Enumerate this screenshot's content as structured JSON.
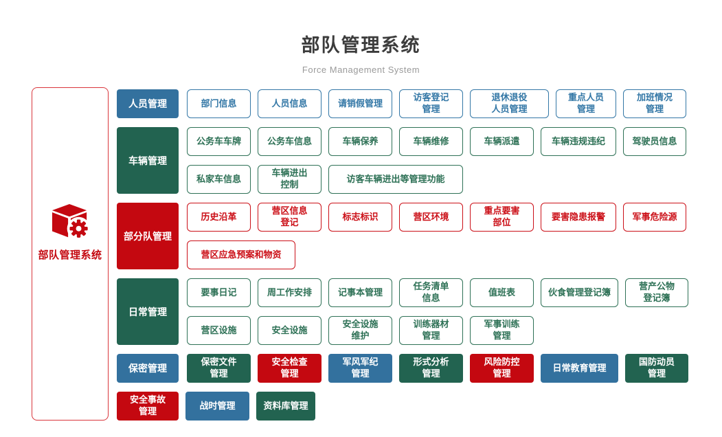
{
  "page": {
    "title": "部队管理系统",
    "subtitle": "Force Management System"
  },
  "root": {
    "label": "部队管理系统",
    "icon": "cube-gear-icon"
  },
  "colors": {
    "blue": "#33719e",
    "green": "#226350",
    "red": "#c40810"
  },
  "rows": [
    {
      "name": "personnel",
      "category": {
        "label": "人员管理",
        "color": "blue"
      },
      "lines": [
        [
          {
            "label": "部门信息"
          },
          {
            "label": "人员信息"
          },
          {
            "label": "请销假管理"
          },
          {
            "label": "访客登记\n管理"
          },
          {
            "label": "退休退役\n人员管理",
            "w": 115
          },
          {
            "label": "重点人员\n管理",
            "w": 88
          },
          {
            "label": "加班情况\n管理",
            "w": 92
          }
        ]
      ]
    },
    {
      "name": "vehicles",
      "category": {
        "label": "车辆管理",
        "color": "green"
      },
      "lines": [
        [
          {
            "label": "公务车车牌"
          },
          {
            "label": "公务车信息"
          },
          {
            "label": "车辆保养"
          },
          {
            "label": "车辆维修"
          },
          {
            "label": "车辆派遣"
          },
          {
            "label": "车辆违规违纪",
            "w": 110
          },
          {
            "label": "驾驶员信息",
            "w": 92
          }
        ],
        [
          {
            "label": "私家车信息"
          },
          {
            "label": "车辆进出\n控制"
          },
          {
            "label": "访客车辆进出等管理功能",
            "w": 196
          }
        ]
      ]
    },
    {
      "name": "sub-units",
      "category": {
        "label": "部分队管理",
        "color": "red"
      },
      "lines": [
        [
          {
            "label": "历史沿革"
          },
          {
            "label": "营区信息\n登记"
          },
          {
            "label": "标志标识"
          },
          {
            "label": "营区环境"
          },
          {
            "label": "重点要害\n部位"
          },
          {
            "label": "要害隐患报警",
            "w": 110
          },
          {
            "label": "军事危险源",
            "w": 92
          }
        ],
        [
          {
            "label": "营区应急预案和物资",
            "w": 158
          }
        ]
      ]
    },
    {
      "name": "daily",
      "category": {
        "label": "日常管理",
        "color": "green"
      },
      "lines": [
        [
          {
            "label": "要事日记"
          },
          {
            "label": "周工作安排"
          },
          {
            "label": "记事本管理"
          },
          {
            "label": "任务清单\n信息"
          },
          {
            "label": "值班表"
          },
          {
            "label": "伙食管理登记簿",
            "w": 113
          },
          {
            "label": "营产公物\n登记簿",
            "w": 92
          }
        ],
        [
          {
            "label": "营区设施"
          },
          {
            "label": "安全设施"
          },
          {
            "label": "安全设施\n维护"
          },
          {
            "label": "训练器材\n管理"
          },
          {
            "label": "军事训练\n管理"
          }
        ]
      ]
    },
    {
      "name": "secrecy",
      "category": {
        "label": "保密管理",
        "color": "blue"
      },
      "solid": true,
      "lines": [
        [
          {
            "label": "保密文件\n管理",
            "color": "green"
          },
          {
            "label": "安全检查\n管理",
            "color": "red"
          },
          {
            "label": "军风军纪\n管理",
            "color": "blue"
          },
          {
            "label": "形式分析\n管理",
            "color": "green"
          },
          {
            "label": "风险防控\n管理",
            "color": "red"
          },
          {
            "label": "日常教育管理",
            "color": "blue",
            "w": 113
          },
          {
            "label": "国防动员\n管理",
            "color": "green",
            "w": 92
          }
        ]
      ]
    },
    {
      "name": "bottom",
      "category": null,
      "solid": true,
      "lines": [
        [
          {
            "label": "安全事故\n管理",
            "color": "red",
            "w": 90
          },
          {
            "label": "战时管理",
            "color": "blue",
            "w": 93
          },
          {
            "label": "资料库管理",
            "color": "green",
            "w": 86
          }
        ]
      ]
    }
  ]
}
